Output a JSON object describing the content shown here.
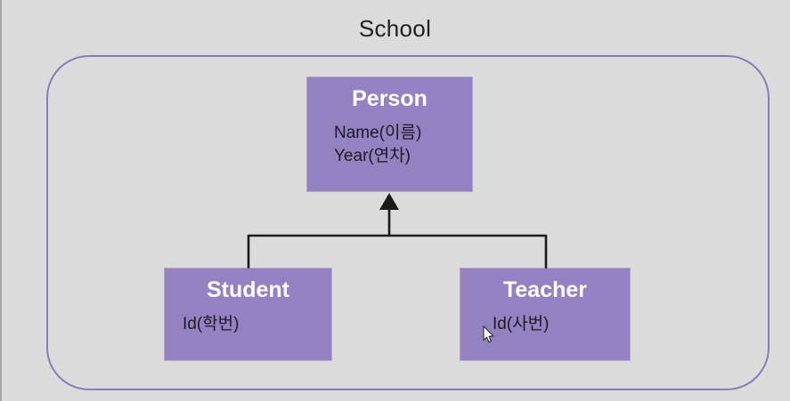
{
  "diagram": {
    "title": "School",
    "classes": [
      {
        "id": "person",
        "name": "Person",
        "attributes": [
          "Name(이름)",
          "Year(연차)"
        ]
      },
      {
        "id": "student",
        "name": "Student",
        "attributes": [
          "Id(학번)"
        ]
      },
      {
        "id": "teacher",
        "name": "Teacher",
        "attributes": [
          "Id(사번)"
        ]
      }
    ],
    "relations": [
      {
        "type": "inheritance",
        "from": "Student",
        "to": "Person"
      },
      {
        "type": "inheritance",
        "from": "Teacher",
        "to": "Person"
      }
    ],
    "cursor": "arrow-pointer",
    "colors": {
      "background": "#dbdbdb",
      "box_fill": "#9481c2",
      "boundary_border": "#8a7cba",
      "connector": "#1a1a1a",
      "title_text": "#202020",
      "box_title_text": "#ffffff",
      "attribute_text": "#1b1b22"
    }
  }
}
